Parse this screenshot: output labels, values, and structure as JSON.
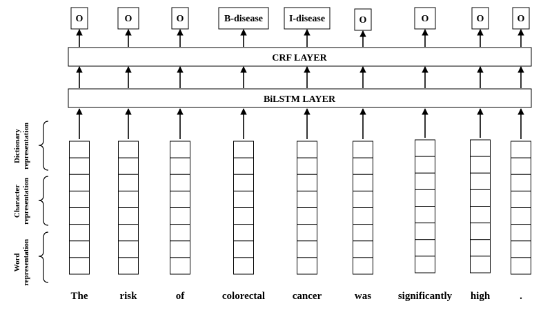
{
  "layers": {
    "crf": "CRF LAYER",
    "bilstm": "BiLSTM LAYER"
  },
  "tokens": [
    {
      "word": "The",
      "tag": "O"
    },
    {
      "word": "risk",
      "tag": "O"
    },
    {
      "word": "of",
      "tag": "O"
    },
    {
      "word": "colorectal",
      "tag": "B-disease"
    },
    {
      "word": "cancer",
      "tag": "I-disease"
    },
    {
      "word": "was",
      "tag": "O"
    },
    {
      "word": "significantly",
      "tag": "O"
    },
    {
      "word": "high",
      "tag": "O"
    },
    {
      "word": ".",
      "tag": "O"
    }
  ],
  "representations": [
    {
      "line1": "Dictionary",
      "line2": "representation"
    },
    {
      "line1": "Character",
      "line2": "representation"
    },
    {
      "line1": "Word",
      "line2": "representation"
    }
  ]
}
